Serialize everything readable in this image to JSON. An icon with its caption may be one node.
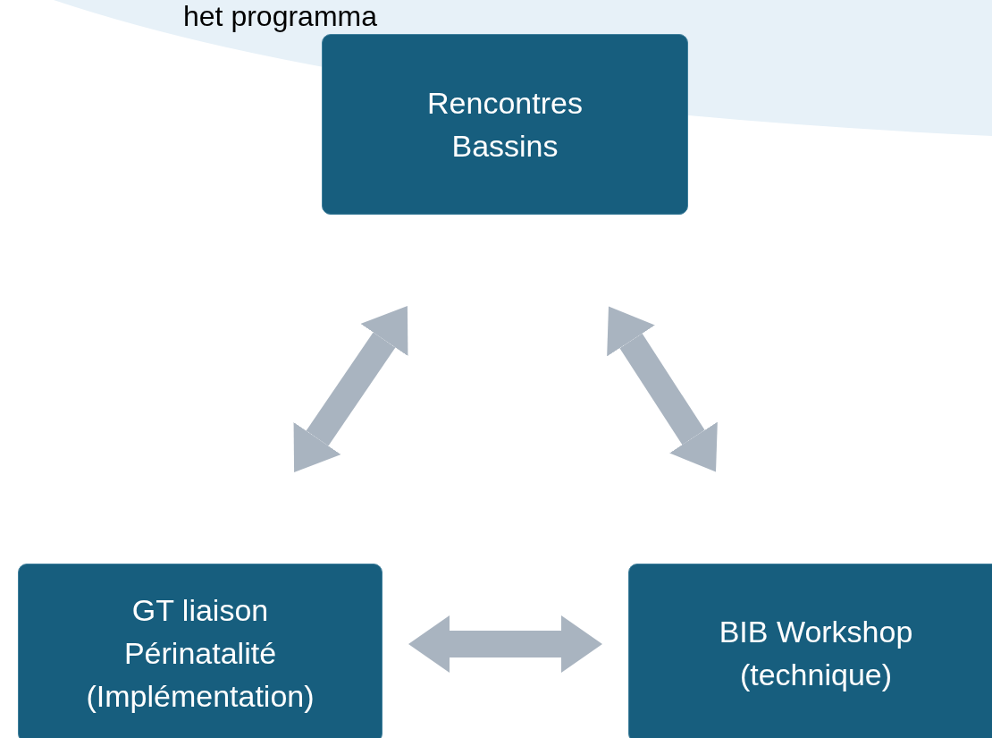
{
  "diagram": {
    "nodes": [
      {
        "text": [
          "Rencontres Bassins"
        ]
      },
      {
        "text": [
          "GT liaison Périnatalité (Implémentation)"
        ]
      },
      {
        "text": [
          "BIB Workshop (technique)"
        ]
      }
    ],
    "edges": [
      {
        "from": 0,
        "to": 1,
        "arrow": "both"
      },
      {
        "from": 0,
        "to": 2,
        "arrow": "both"
      },
      {
        "from": 1,
        "to": 2,
        "arrow": "both"
      }
    ],
    "labels": [
      "het programma"
    ]
  }
}
